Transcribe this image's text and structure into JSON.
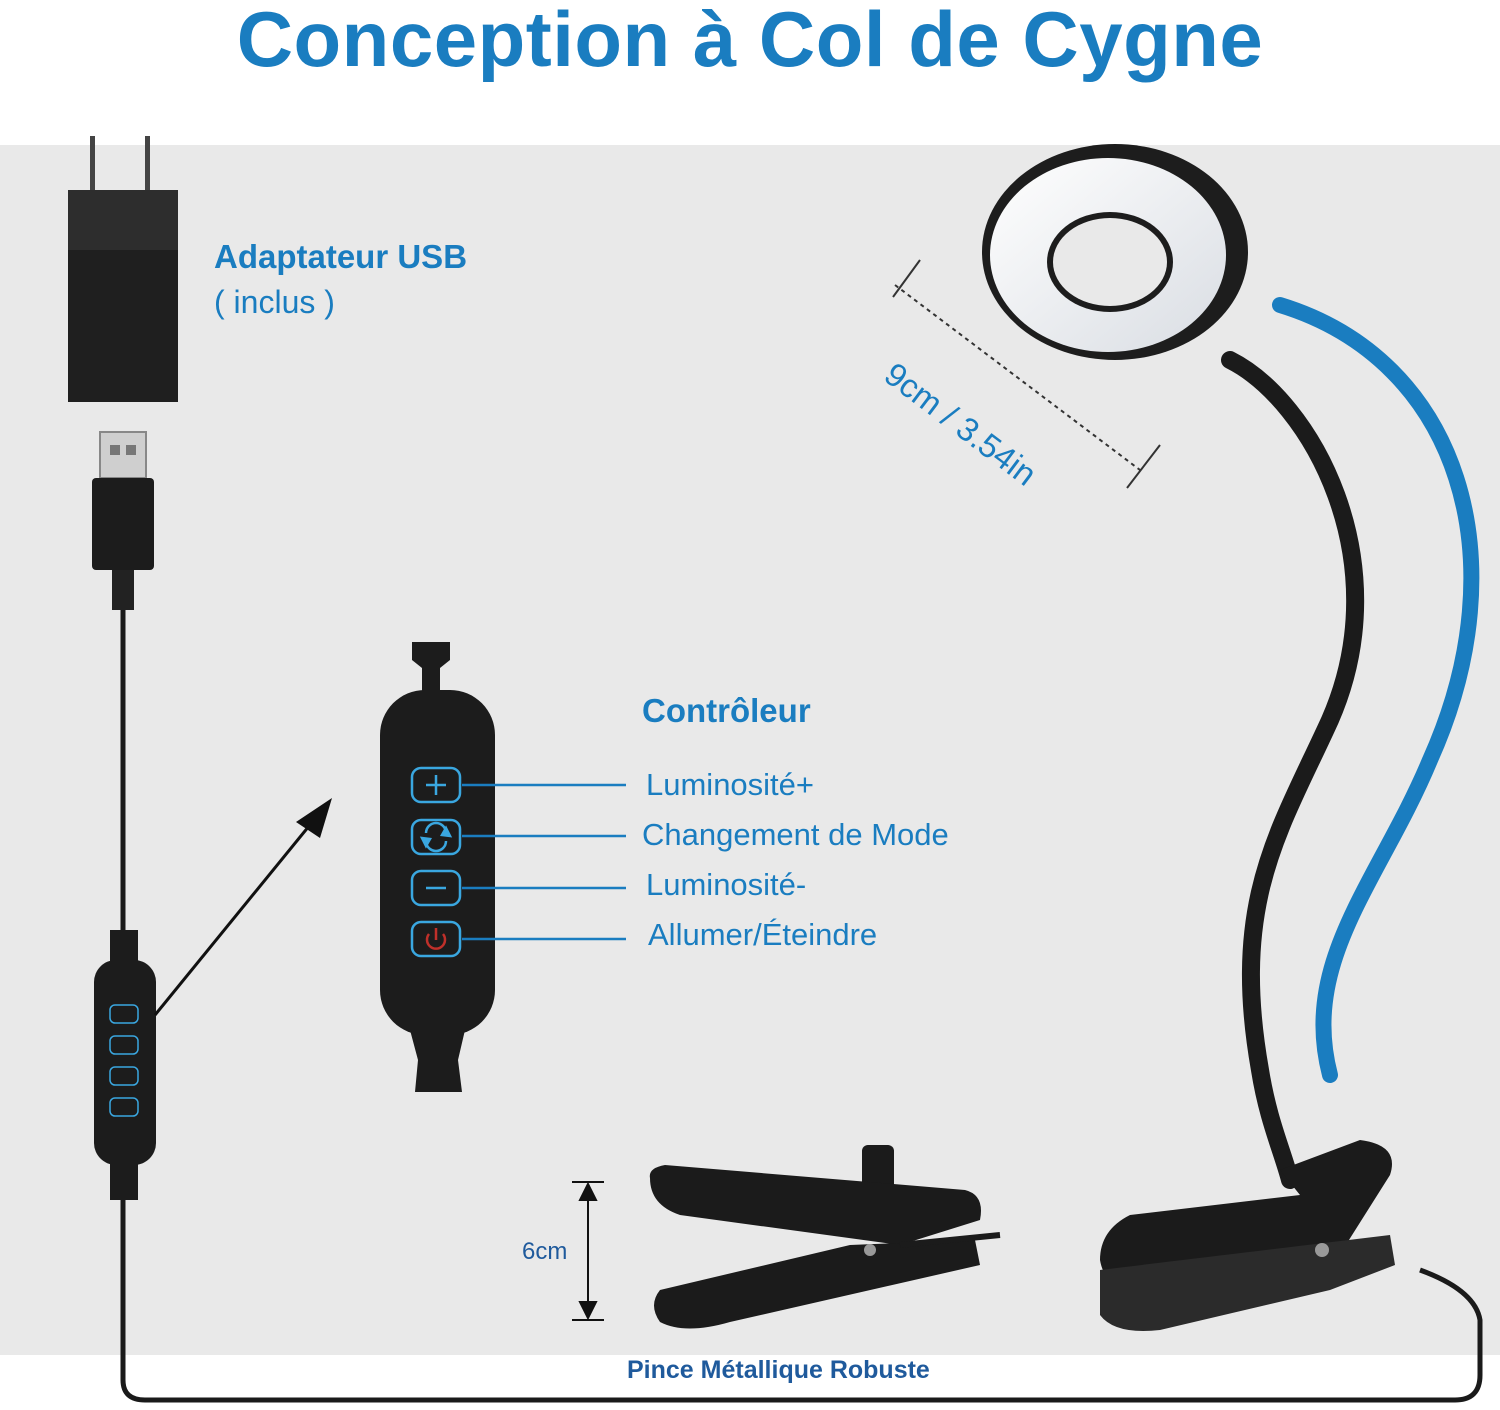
{
  "title": "Conception à Col de Cygne",
  "adapter": {
    "name": "Adaptateur USB",
    "note": "( inclus )"
  },
  "controller": {
    "heading": "Contrôleur",
    "buttons": [
      {
        "label": "Luminosité+",
        "icon": "plus-icon"
      },
      {
        "label": "Changement de Mode",
        "icon": "cycle-icon"
      },
      {
        "label": "Luminosité-",
        "icon": "minus-icon"
      },
      {
        "label": "Allumer/Éteindre",
        "icon": "power-icon"
      }
    ]
  },
  "dimensions": {
    "ring": "9cm / 3.54in",
    "clip": "6cm"
  },
  "clip_caption": "Pince Métallique Robuste",
  "colors": {
    "accent_blue": "#1a7dc0",
    "panel_gray": "#e9e9e9",
    "power_red": "#c0302a"
  }
}
